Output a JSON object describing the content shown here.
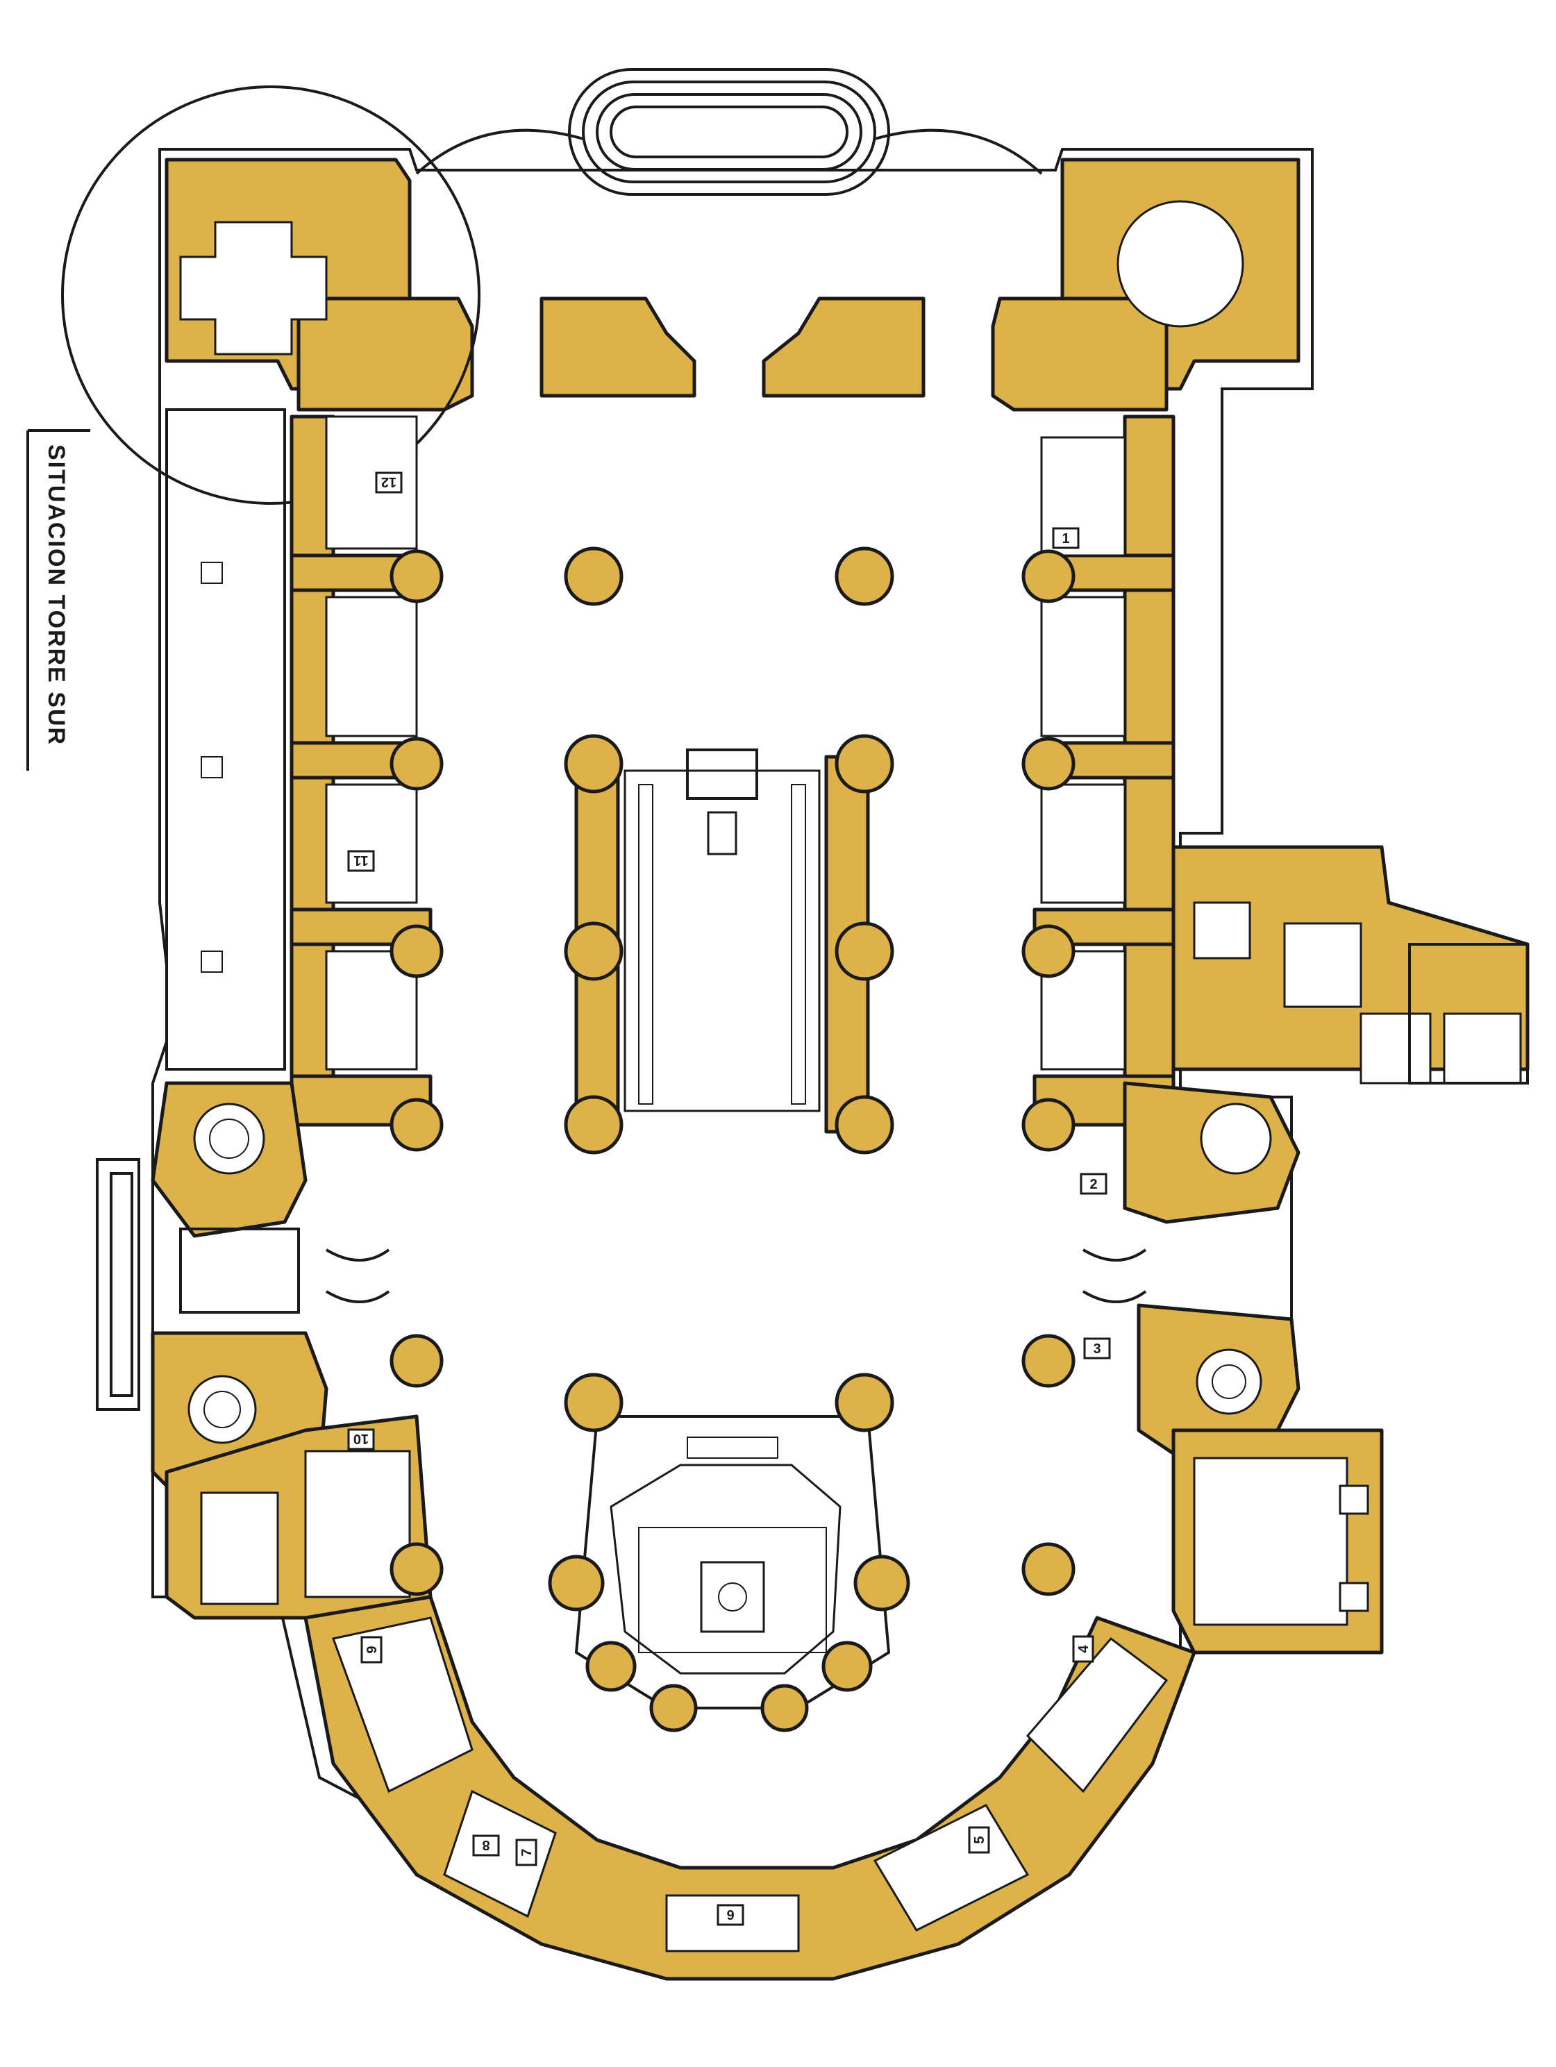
{
  "plan": {
    "callout_label": "SITUACION TORRE SUR",
    "colors": {
      "masonry": "#DDB24A",
      "outline": "#1a1a1a",
      "background": "#ffffff"
    },
    "room_numbers": [
      {
        "id": "r1",
        "label": "1"
      },
      {
        "id": "r2",
        "label": "2"
      },
      {
        "id": "r3",
        "label": "3"
      },
      {
        "id": "r4",
        "label": "4"
      },
      {
        "id": "r5",
        "label": "5"
      },
      {
        "id": "r6",
        "label": "6"
      },
      {
        "id": "r7",
        "label": "7"
      },
      {
        "id": "r8",
        "label": "8"
      },
      {
        "id": "r9",
        "label": "9"
      },
      {
        "id": "r10",
        "label": "10"
      },
      {
        "id": "r11",
        "label": "11"
      },
      {
        "id": "r12",
        "label": "12"
      }
    ]
  }
}
